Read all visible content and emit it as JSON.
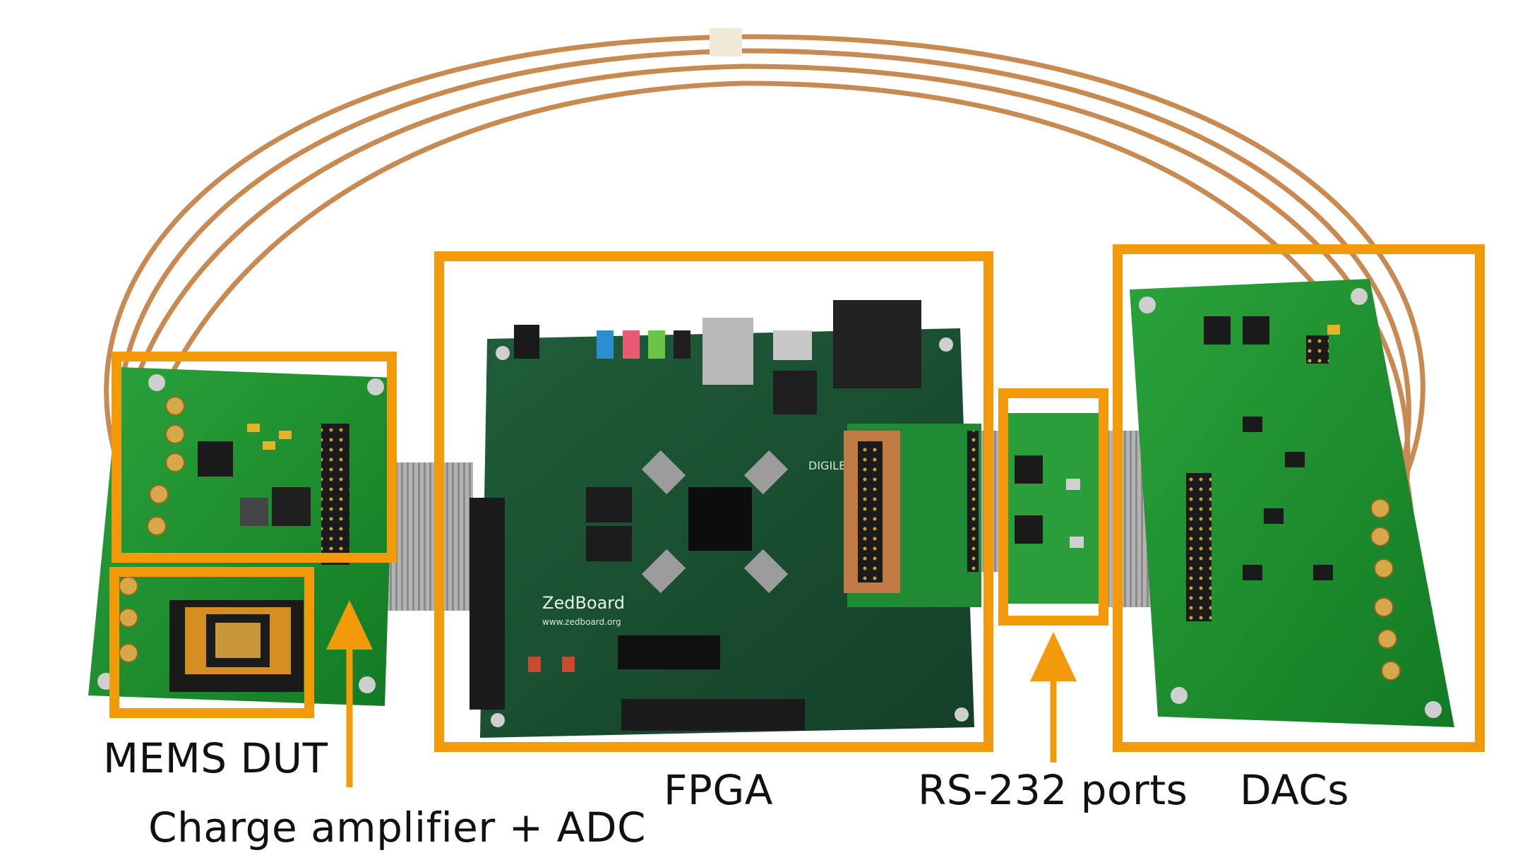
{
  "annotations": {
    "mems_dut": "MEMS DUT",
    "charge_amp": "Charge amplifier + ADC",
    "fpga": "FPGA",
    "rs232": "RS-232 ports",
    "dacs": "DACs"
  },
  "board_silkscreen": {
    "zedboard_logo": "ZedBoard",
    "zedboard_url": "www.zedboard.org",
    "digilent": "DIGILENT"
  },
  "colors": {
    "highlight_box": "#f39a0b",
    "pcb_green": "#1e8a2c",
    "cable_copper": "#c98a52"
  }
}
